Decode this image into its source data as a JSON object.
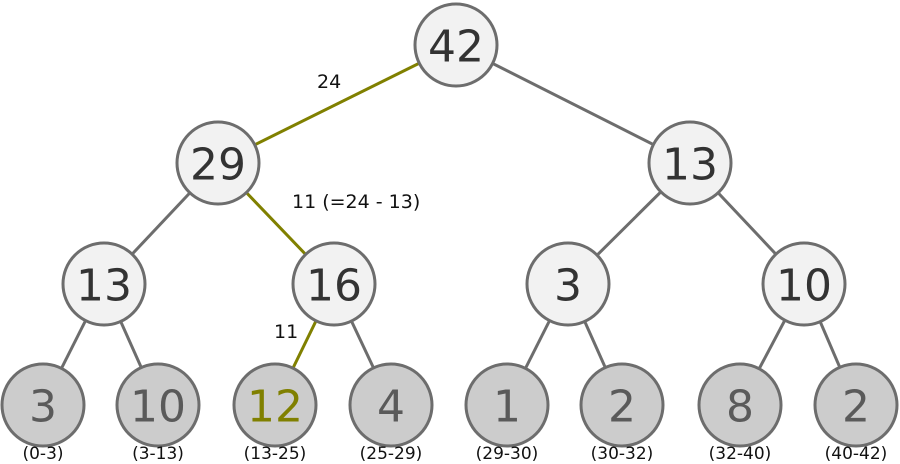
{
  "colors": {
    "edge": "#6d6d6d",
    "highlight": "#808000",
    "internal_fill": "#f2f2f2",
    "leaf_fill": "#cccccc",
    "text": "#333333",
    "leaf_text": "#5a5a5a"
  },
  "nodes": [
    {
      "id": "root",
      "value": "42",
      "kind": "internal"
    },
    {
      "id": "n-left",
      "value": "29",
      "kind": "internal"
    },
    {
      "id": "n-right",
      "value": "13",
      "kind": "internal"
    },
    {
      "id": "n-ll",
      "value": "13",
      "kind": "internal"
    },
    {
      "id": "n-lr",
      "value": "16",
      "kind": "internal"
    },
    {
      "id": "n-rl",
      "value": "3",
      "kind": "internal"
    },
    {
      "id": "n-rr",
      "value": "10",
      "kind": "internal"
    },
    {
      "id": "leaf-1",
      "value": "3",
      "kind": "leaf",
      "range": "(0-3)"
    },
    {
      "id": "leaf-2",
      "value": "10",
      "kind": "leaf",
      "range": "(3-13)"
    },
    {
      "id": "leaf-3",
      "value": "12",
      "kind": "leaf",
      "range": "(13-25)",
      "highlight": true
    },
    {
      "id": "leaf-4",
      "value": "4",
      "kind": "leaf",
      "range": "(25-29)"
    },
    {
      "id": "leaf-5",
      "value": "1",
      "kind": "leaf",
      "range": "(29-30)"
    },
    {
      "id": "leaf-6",
      "value": "2",
      "kind": "leaf",
      "range": "(30-32)"
    },
    {
      "id": "leaf-7",
      "value": "8",
      "kind": "leaf",
      "range": "(32-40)"
    },
    {
      "id": "leaf-8",
      "value": "2",
      "kind": "leaf",
      "range": "(40-42)"
    }
  ],
  "edges": [
    {
      "from": "root",
      "to": "n-left",
      "highlight": true,
      "label": "24"
    },
    {
      "from": "root",
      "to": "n-right"
    },
    {
      "from": "n-left",
      "to": "n-ll"
    },
    {
      "from": "n-left",
      "to": "n-lr",
      "highlight": true,
      "label": "11 (=24 - 13)"
    },
    {
      "from": "n-right",
      "to": "n-rl"
    },
    {
      "from": "n-right",
      "to": "n-rr"
    },
    {
      "from": "n-ll",
      "to": "leaf-1"
    },
    {
      "from": "n-ll",
      "to": "leaf-2"
    },
    {
      "from": "n-lr",
      "to": "leaf-3",
      "highlight": true,
      "label": "11"
    },
    {
      "from": "n-lr",
      "to": "leaf-4"
    },
    {
      "from": "n-rl",
      "to": "leaf-5"
    },
    {
      "from": "n-rl",
      "to": "leaf-6"
    },
    {
      "from": "n-rr",
      "to": "leaf-7"
    },
    {
      "from": "n-rr",
      "to": "leaf-8"
    }
  ]
}
